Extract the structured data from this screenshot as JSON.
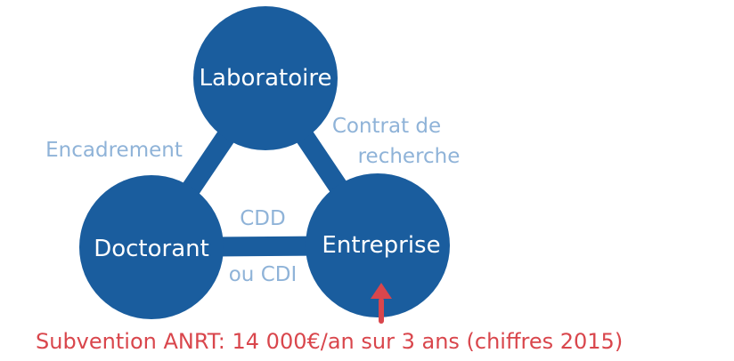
{
  "colors": {
    "node_fill": "#1a5d9e",
    "edge_stroke": "#1a5d9e",
    "edge_label": "#8fb3d8",
    "accent": "#d9464c",
    "background": "#ffffff"
  },
  "nodes": {
    "laboratoire": {
      "label": "Laboratoire"
    },
    "doctorant": {
      "label": "Doctorant"
    },
    "entreprise": {
      "label": "Entreprise"
    }
  },
  "edges": {
    "encadrement": {
      "label": "Encadrement"
    },
    "contrat": {
      "label_line1": "Contrat de",
      "label_line2": "recherche"
    },
    "cdd": {
      "label_line1": "CDD",
      "label_line2": "ou CDI"
    }
  },
  "footer": {
    "subsidy_text": "Subvention ANRT: 14 000€/an sur 3 ans (chiffres 2015)",
    "arrow_icon": "arrow-up-icon"
  }
}
